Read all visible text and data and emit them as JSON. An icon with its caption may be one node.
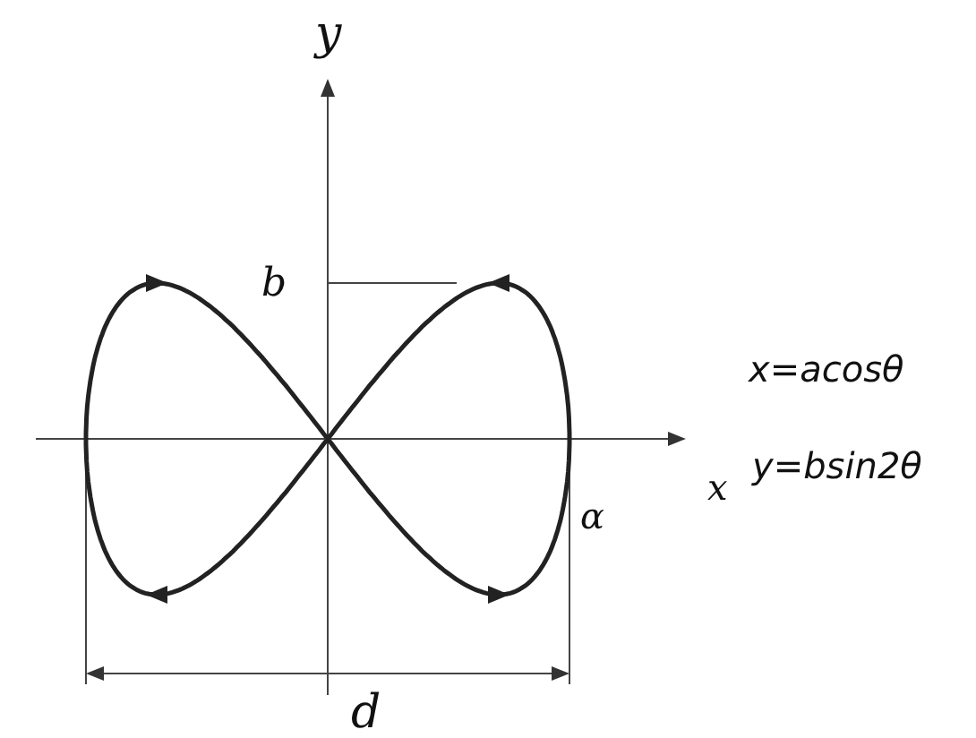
{
  "diagram": {
    "labels": [
      "y",
      "b",
      "x=acosθ",
      "x",
      "y=bsin2θ",
      "α",
      "d"
    ]
  }
}
